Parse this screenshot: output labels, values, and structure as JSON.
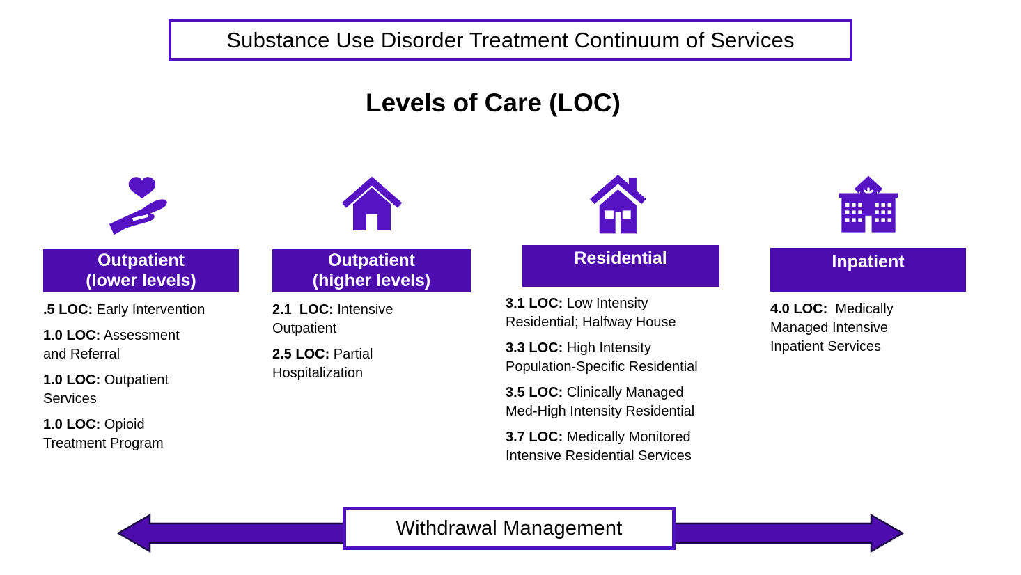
{
  "title": "Substance Use Disorder Treatment Continuum of Services",
  "subtitle": "Levels of Care (LOC)",
  "colors": {
    "purple": "#4D0CAD",
    "icon_purple": "#5513C4",
    "border_purple": "#4F12BE",
    "arrow_outline": "#1C0A44",
    "text": "#000000"
  },
  "columns": [
    {
      "name": "outpatient-lower",
      "icon": "heart-in-hand-icon",
      "header_lines": [
        "Outpatient",
        "(lower levels)"
      ],
      "items": [
        {
          "loc": ".5 LOC:",
          "text": "Early Intervention"
        },
        {
          "loc": "1.0 LOC:",
          "text": "Assessment\nand Referral"
        },
        {
          "loc": "1.0 LOC:",
          "text": "Outpatient\nServices"
        },
        {
          "loc": "1.0 LOC:",
          "text": "Opioid\nTreatment Program"
        }
      ]
    },
    {
      "name": "outpatient-higher",
      "icon": "house-icon",
      "header_lines": [
        "Outpatient",
        "(higher levels)"
      ],
      "items": [
        {
          "loc": "2.1  LOC:",
          "text": "Intensive\nOutpatient"
        },
        {
          "loc": "2.5 LOC:",
          "text": "Partial\nHospitalization"
        }
      ]
    },
    {
      "name": "residential",
      "icon": "house-with-chimney-icon",
      "header_lines": [
        "Residential"
      ],
      "items": [
        {
          "loc": "3.1 LOC:",
          "text": "Low Intensity\nResidential; Halfway House"
        },
        {
          "loc": "3.3 LOC:",
          "text": "High Intensity\nPopulation-Specific Residential"
        },
        {
          "loc": "3.5 LOC:",
          "text": "Clinically Managed\nMed-High Intensity Residential"
        },
        {
          "loc": "3.7 LOC:",
          "text": "Medically Monitored\nIntensive Residential Services"
        }
      ]
    },
    {
      "name": "inpatient",
      "icon": "hospital-icon",
      "header_lines": [
        "Inpatient"
      ],
      "items": [
        {
          "loc": "4.0 LOC:",
          "text": " Medically\nManaged Intensive\nInpatient Services"
        }
      ]
    }
  ],
  "arrow": {
    "label": "Withdrawal Management"
  }
}
